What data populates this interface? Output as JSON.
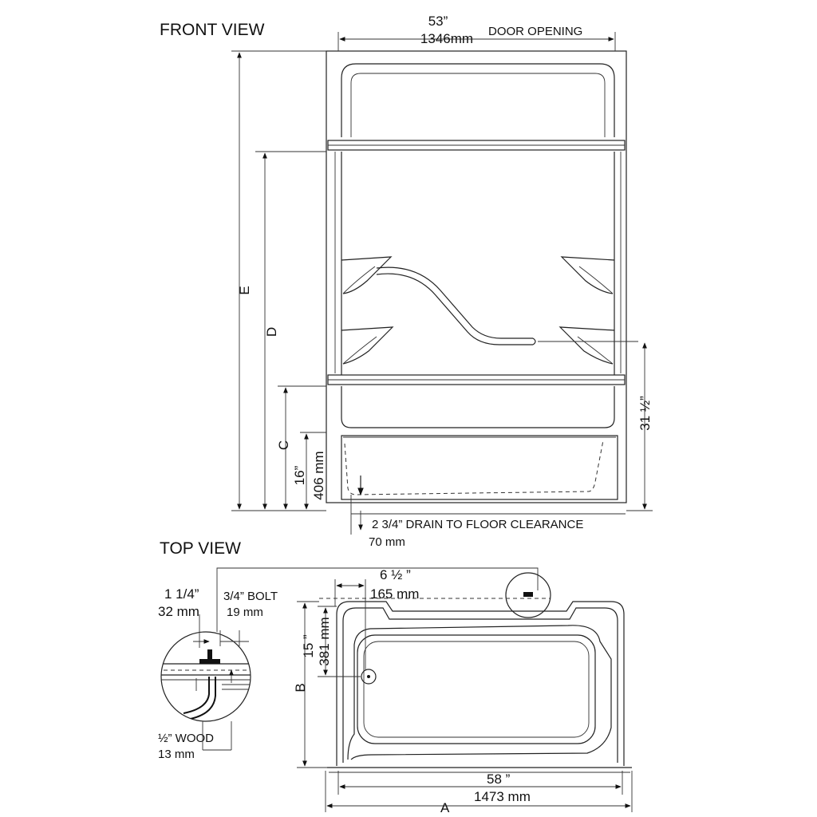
{
  "front_view": {
    "title": "FRONT VIEW",
    "door_in": "53”",
    "door_mm": "1346mm",
    "door_label": "DOOR OPENING",
    "label_e": "E",
    "label_d": "D",
    "label_c": "C",
    "seat_in": "16”",
    "seat_mm": "406 mm",
    "valve_in": "31 ½”",
    "drain_in": "2 3/4” DRAIN TO FLOOR CLEARANCE",
    "drain_mm": "70 mm"
  },
  "top_view": {
    "title": "TOP VIEW",
    "det_w_in": "1 1/4”",
    "det_w_mm": "32 mm",
    "bolt_in": "3/4” BOLT",
    "bolt_mm": "19 mm",
    "wood_in": "½” WOOD",
    "wood_mm": "13 mm",
    "drain_off_in": "6 ½ ”",
    "drain_off_mm": "165 mm",
    "drain_depth_in": "15 ”",
    "drain_depth_mm": "381 mm",
    "label_b": "B",
    "width_in": "58 ”",
    "width_mm": "1473 mm",
    "label_a": "A"
  }
}
